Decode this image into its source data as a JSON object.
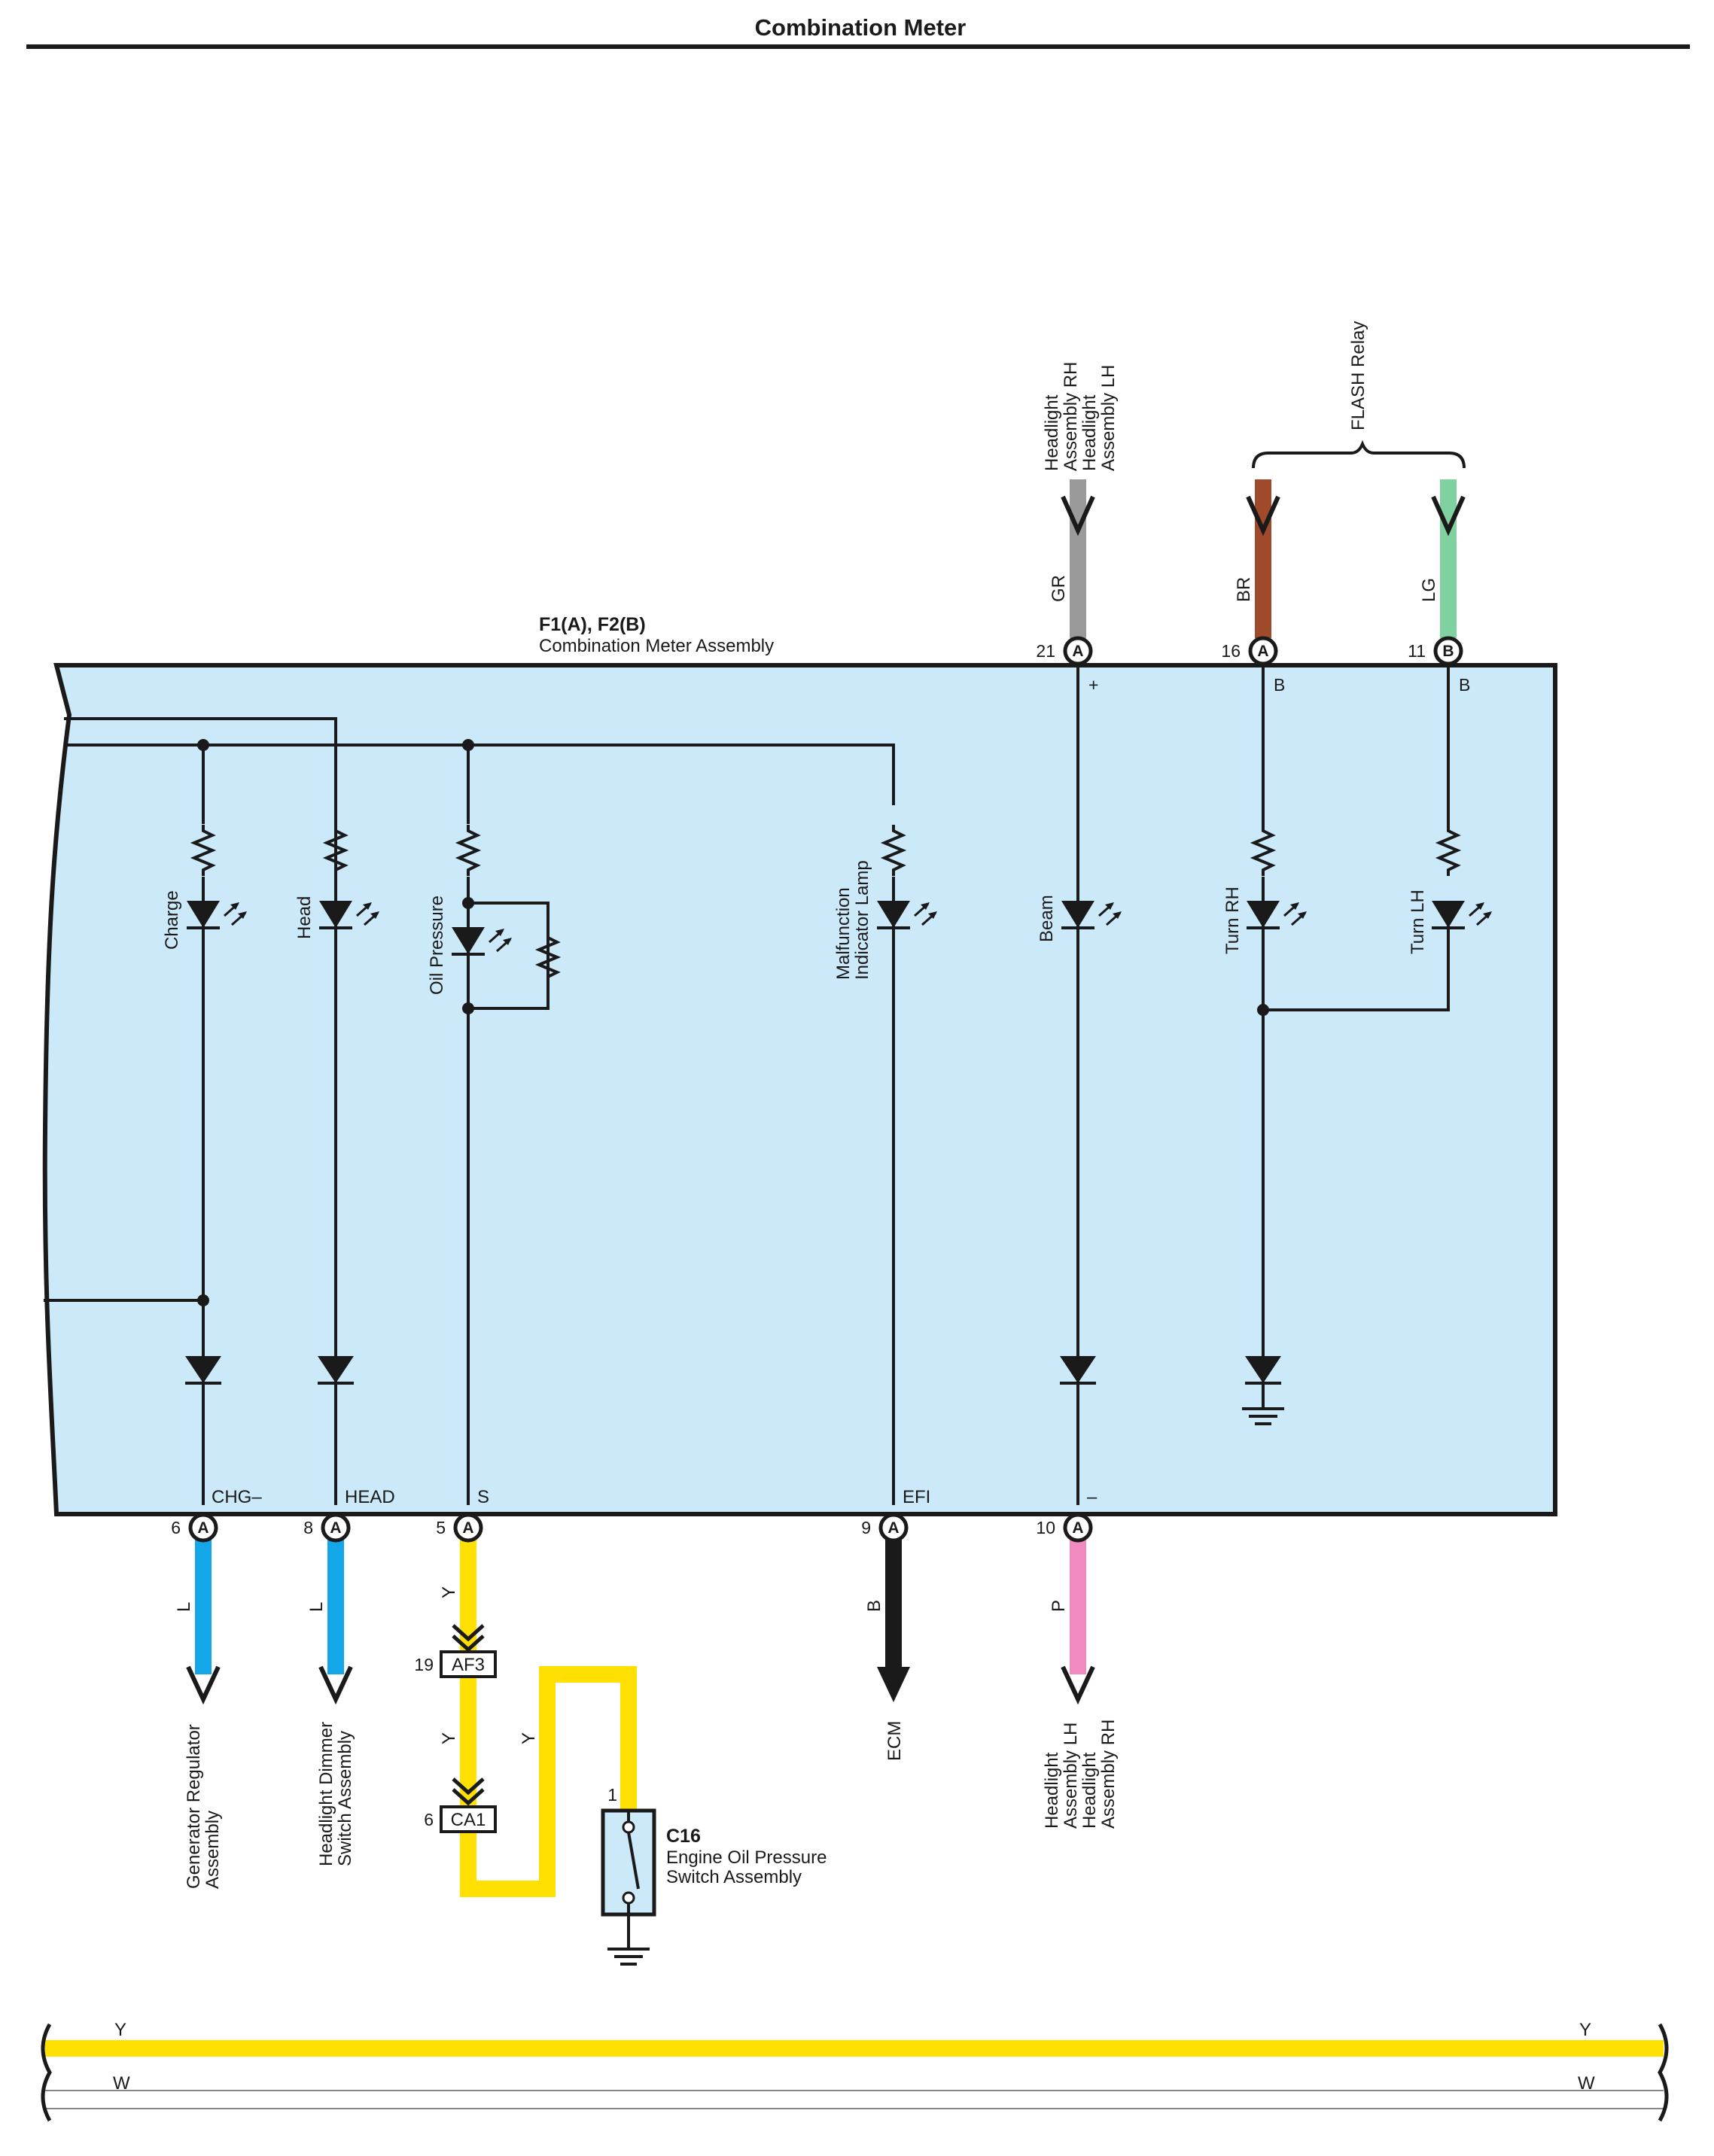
{
  "title": "Combination Meter",
  "meter": {
    "connector_ref": "F1(A), F2(B)",
    "name": "Combination Meter Assembly"
  },
  "colors": {
    "box_fill": "#cce9f9",
    "L": "#13a6e8",
    "Y": "#ffe000",
    "B": "#1a1a1a",
    "P": "#f08ac0",
    "GR": "#9a9a9a",
    "BR": "#a04a2c",
    "LG": "#7fd1a0"
  },
  "top_pins": [
    {
      "num": "21",
      "conn": "A",
      "internal": "+",
      "wire": "GR",
      "dest": [
        "Headlight",
        "Assembly RH",
        "Headlight",
        "Assembly LH"
      ]
    },
    {
      "num": "16",
      "conn": "A",
      "internal": "B",
      "wire": "BR"
    },
    {
      "num": "11",
      "conn": "B",
      "internal": "B",
      "wire": "LG"
    }
  ],
  "flash_relay": "FLASH Relay",
  "lamps": [
    {
      "label": "Charge"
    },
    {
      "label": "Head"
    },
    {
      "label": "Oil Pressure"
    },
    {
      "label": [
        "Malfunction",
        "Indicator Lamp"
      ]
    },
    {
      "label": "Beam"
    },
    {
      "label": "Turn RH"
    },
    {
      "label": "Turn LH"
    }
  ],
  "bottom_pins": [
    {
      "num": "6",
      "conn": "A",
      "internal": "CHG–",
      "wire": "L",
      "dest": [
        "Generator Regulator",
        "Assembly"
      ]
    },
    {
      "num": "8",
      "conn": "A",
      "internal": "HEAD",
      "wire": "L",
      "dest": [
        "Headlight Dimmer",
        "Switch Assembly"
      ]
    },
    {
      "num": "5",
      "conn": "A",
      "internal": "S",
      "wire": "Y"
    },
    {
      "num": "9",
      "conn": "A",
      "internal": "EFI",
      "wire": "B",
      "dest": [
        "ECM"
      ]
    },
    {
      "num": "10",
      "conn": "A",
      "internal": "–",
      "wire": "P",
      "dest": [
        "Headlight",
        "Assembly LH",
        "Headlight",
        "Assembly RH"
      ]
    }
  ],
  "inline_connectors": [
    {
      "pin": "19",
      "name": "AF3"
    },
    {
      "pin": "6",
      "name": "CA1"
    }
  ],
  "oil_wire_labels": [
    "Y",
    "Y",
    "Y"
  ],
  "switch": {
    "pin": "1",
    "ref": "C16",
    "name": [
      "Engine Oil Pressure",
      "Switch Assembly"
    ]
  },
  "legend": [
    {
      "code": "Y",
      "color": "#ffe000"
    },
    {
      "code": "W",
      "color": "#ffffff"
    }
  ]
}
